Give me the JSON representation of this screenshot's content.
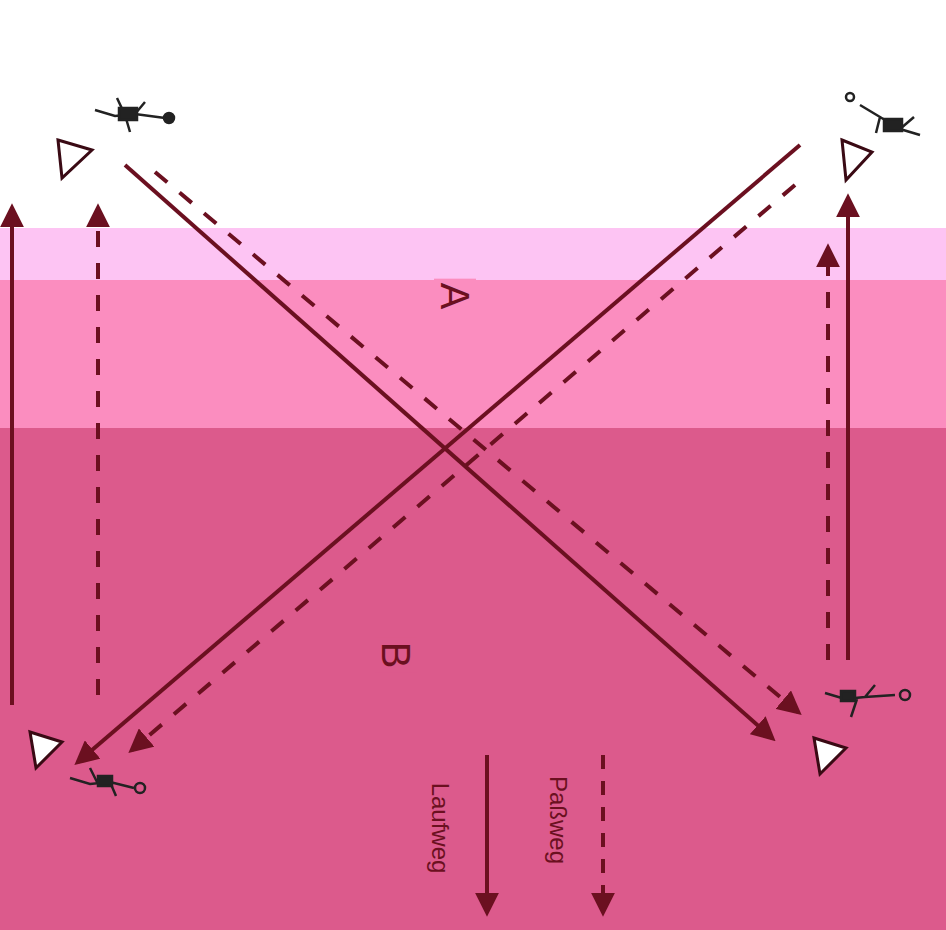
{
  "diagram": {
    "labels": [
      "A",
      "B"
    ],
    "legend": [
      {
        "text": "Laufweg"
      },
      {
        "text": "Paßweg"
      }
    ]
  }
}
